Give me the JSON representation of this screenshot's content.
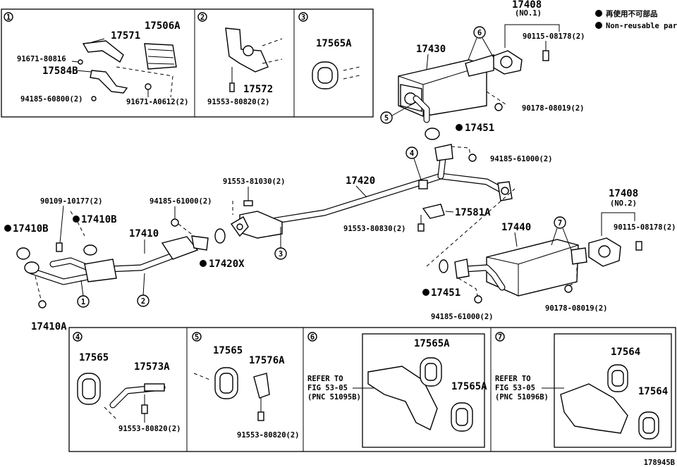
{
  "diagram_id": "178945B",
  "legend": {
    "reusable_jp": "再使用不可部品",
    "non_reusable": "Non-reusable part"
  },
  "insets": {
    "box1": {
      "num": "1",
      "labels": [
        "17571",
        "17506A",
        "91671-80816",
        "17584B",
        "94185-60800(2)",
        "91671-A0612(2)"
      ]
    },
    "box2": {
      "num": "2",
      "labels": [
        "17572",
        "91553-80820(2)"
      ]
    },
    "box3": {
      "num": "3",
      "labels": [
        "17565A"
      ]
    },
    "box4": {
      "num": "4",
      "labels": [
        "17565",
        "17573A",
        "91553-80820(2)"
      ]
    },
    "box5": {
      "num": "5",
      "labels": [
        "17565",
        "17576A",
        "91553-80820(2)"
      ]
    },
    "box6": {
      "num": "6",
      "labels": [
        "17565A",
        "17565A"
      ],
      "refer": [
        "REFER TO",
        "FIG 53-05",
        "(PNC 51095B)"
      ]
    },
    "box7": {
      "num": "7",
      "labels": [
        "17564",
        "17564"
      ],
      "refer": [
        "REFER TO",
        "FIG 53-05",
        "(PNC 51096B)"
      ]
    }
  },
  "main_labels": {
    "p17408a": "17408",
    "p17408a_no": "(NO.1)",
    "p90115a": "90115-08178(2)",
    "p17430": "17430",
    "p90178a": "90178-08019(2)",
    "p17451a": "17451",
    "p94185b": "94185-61000(2)",
    "p17420": "17420",
    "p91553c": "91553-81030(2)",
    "p94185a": "94185-61000(2)",
    "p90109": "90109-10177(2)",
    "p17410b1": "17410B",
    "p17410b2": "17410B",
    "p17410": "17410",
    "p17420x": "17420X",
    "p17410a": "17410A",
    "p17581a": "17581A",
    "p91553d": "91553-80830(2)",
    "p17408b": "17408",
    "p17408b_no": "(NO.2)",
    "p90115b": "90115-08178(2)",
    "p17440": "17440",
    "p17451b": "17451",
    "p94185c": "94185-61000(2)",
    "p90178b": "90178-08019(2)"
  },
  "callouts": [
    "1",
    "2",
    "3",
    "4",
    "5",
    "6",
    "7"
  ]
}
